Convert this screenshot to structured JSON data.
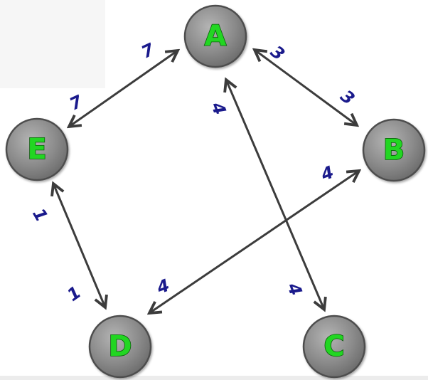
{
  "nodes": [
    {
      "id": "A",
      "label": "A"
    },
    {
      "id": "B",
      "label": "B"
    },
    {
      "id": "C",
      "label": "C"
    },
    {
      "id": "D",
      "label": "D"
    },
    {
      "id": "E",
      "label": "E"
    }
  ],
  "edges": [
    {
      "from": "A",
      "to": "E",
      "weight_from_end": "7",
      "weight_to_end": "7",
      "directed": "both"
    },
    {
      "from": "A",
      "to": "B",
      "weight_from_end": "3",
      "weight_to_end": "3",
      "directed": "both"
    },
    {
      "from": "A",
      "to": "C",
      "weight_from_end": "4",
      "weight_to_end": "4",
      "directed": "both"
    },
    {
      "from": "B",
      "to": "D",
      "weight_from_end": "4",
      "weight_to_end": "4",
      "directed": "both"
    },
    {
      "from": "E",
      "to": "D",
      "weight_from_end": "1",
      "weight_to_end": "1",
      "directed": "both"
    }
  ],
  "colors": {
    "node_fill": "#8a8a8a",
    "node_label": "#22d622",
    "edge": "#3c3c3c",
    "weight_text": "#1a1a8c"
  }
}
